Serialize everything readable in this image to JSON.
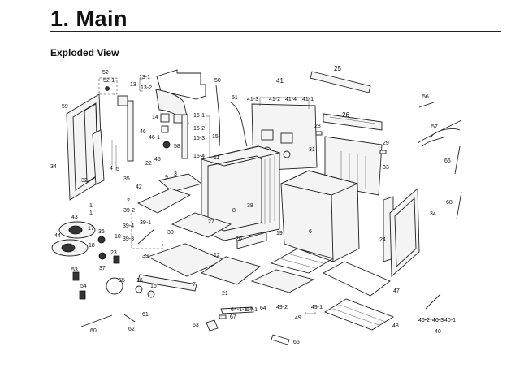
{
  "page": {
    "title": "1.  Main",
    "subtitle": "Exploded View"
  },
  "callouts": {
    "c1a": "1",
    "c1b": "1",
    "c2": "2",
    "c3": "3",
    "c4": "4",
    "c5": "5",
    "c6": "6",
    "c7": "7",
    "c8": "8",
    "c9": "9",
    "c10": "10",
    "c11": "11",
    "c12": "12",
    "c13": "13",
    "c13_1": "13-1",
    "c13_2": "13-2",
    "c14": "14",
    "c15": "15",
    "c15_1": "15-1",
    "c15_2": "15-2",
    "c15_3": "15-3",
    "c15_4": "15-4",
    "c16a": "16",
    "c16b": "16",
    "c17": "17",
    "c18": "18",
    "c19": "19",
    "c20": "20",
    "c21": "21",
    "c22": "22",
    "c23": "23",
    "c24": "24",
    "c25": "25",
    "c26": "26",
    "c27": "27",
    "c28": "28",
    "c29": "29",
    "c30": "30",
    "c31": "31",
    "c32": "32",
    "c33": "33",
    "c34a": "34",
    "c34b": "34",
    "c35": "35",
    "c36": "36",
    "c37": "37",
    "c38": "38",
    "c39": "39",
    "c39_1": "39-1",
    "c39_2": "39-2",
    "c39_3": "39-3",
    "c39_4": "39-4",
    "c40": "40",
    "c40_1": "40-1",
    "c40_2": "40-2",
    "c40_3": "40-3",
    "c41": "41",
    "c41_1": "41-1",
    "c41_2": "41-2",
    "c41_3": "41-3",
    "c41_4": "41-4",
    "c42": "42",
    "c43": "43",
    "c44": "44",
    "c45": "45",
    "c46": "46",
    "c46_1": "46-1",
    "c47": "47",
    "c48": "48",
    "c49": "49",
    "c49_1": "49-1",
    "c49_2": "49-2",
    "c50": "50",
    "c51": "51",
    "c52": "52",
    "c52_1": "52-1",
    "c53": "53",
    "c54": "54",
    "c55": "55",
    "c56": "56",
    "c57": "57",
    "c58": "58",
    "c59": "59",
    "c60": "60",
    "c61": "61",
    "c62": "62",
    "c63": "63",
    "c64": "64",
    "c64_1": "64-1",
    "c64_1_1": "64-1-1",
    "c65": "65",
    "c66": "66",
    "c67": "67",
    "c68": "68"
  }
}
